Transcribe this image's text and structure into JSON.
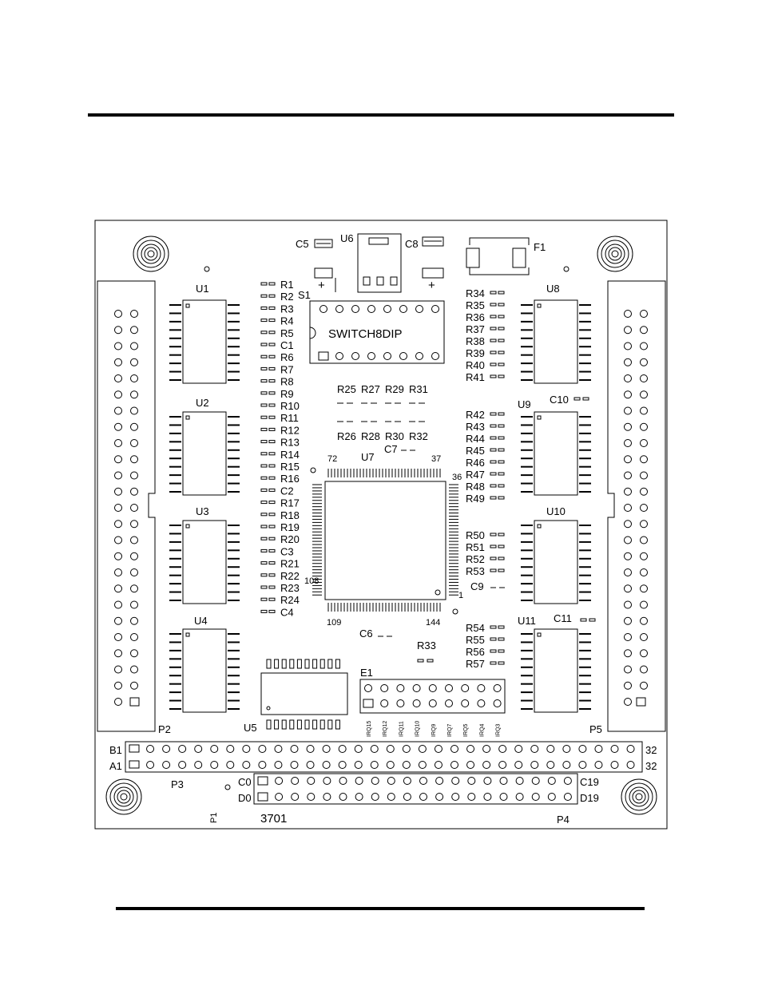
{
  "board": {
    "resistors_left": [
      "R1",
      "R2",
      "R3",
      "R4",
      "R5",
      "C1",
      "R6",
      "R7",
      "R8",
      "R9",
      "R10",
      "R11",
      "R12",
      "R13",
      "R14",
      "R15",
      "R16",
      "C2",
      "R17",
      "R18",
      "R19",
      "R20",
      "C3",
      "R21",
      "R22",
      "R23",
      "R24",
      "C4"
    ],
    "resistors_right": [
      "R34",
      "R35",
      "R36",
      "R37",
      "R38",
      "R39",
      "R40",
      "R41",
      "R42",
      "R43",
      "R44",
      "R45",
      "R46",
      "R47",
      "R48",
      "R49",
      "R50",
      "R51",
      "R52",
      "R53",
      "R54",
      "R55",
      "R56",
      "R57"
    ],
    "resistors_top": [
      "R25",
      "R27",
      "R29",
      "R31"
    ],
    "resistors_bottom": [
      "R26",
      "R28",
      "R30",
      "R32"
    ],
    "irq_labels": [
      "IRQ15",
      "IRQ12",
      "IRQ11",
      "IRQ10",
      "IRQ9",
      "IRQ7",
      "IRQ5",
      "IRQ4",
      "IRQ3"
    ],
    "labels": {
      "c5": "C5",
      "u6": "U6",
      "c8": "C8",
      "f1": "F1",
      "s1": "S1",
      "switch": "SWITCH8DIP",
      "u1": "U1",
      "u2": "U2",
      "u3": "U3",
      "u4": "U4",
      "u5": "U5",
      "u7": "U7",
      "u8": "U8",
      "u9": "U9",
      "u10": "U10",
      "u11": "U11",
      "c6": "C6",
      "c7": "C7",
      "c9": "C9",
      "c10": "C10",
      "c11": "C11",
      "r33": "R33",
      "e1": "E1",
      "p1": "P1",
      "p2": "P2",
      "p3": "P3",
      "p4": "P4",
      "p5": "P5",
      "b1": "B1",
      "a1": "A1",
      "b32": "32",
      "a32": "32",
      "c0": "C0",
      "d0": "D0",
      "c19": "C19",
      "d19": "D19",
      "model": "3701",
      "pin72": "72",
      "pin37": "37",
      "pin36": "36",
      "pin1": "1",
      "pin108": "108",
      "pin109": "109",
      "pin144": "144",
      "plus_left": "+",
      "plus_right": "+"
    }
  }
}
